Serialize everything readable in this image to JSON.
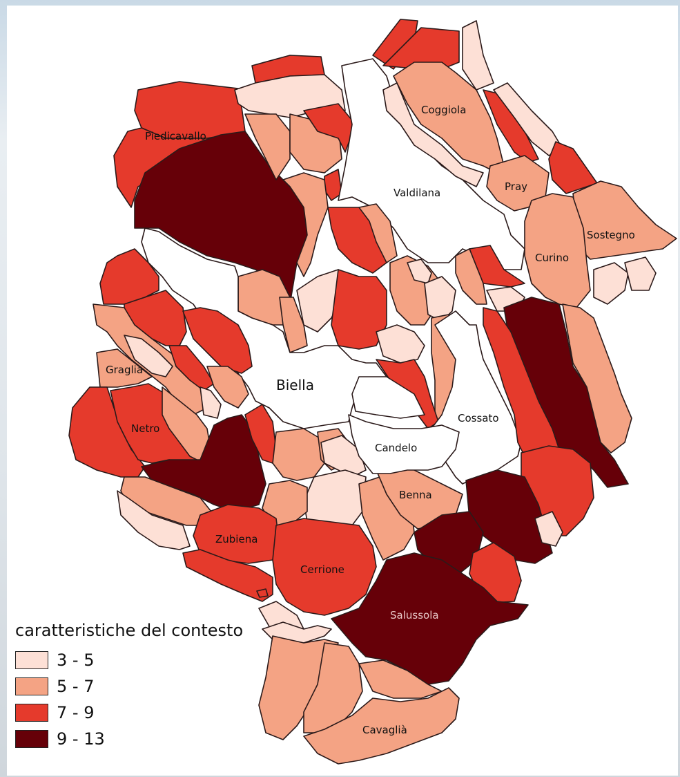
{
  "map": {
    "labels": {
      "piedicavallo": "Piedicavallo",
      "coggiola": "Coggiola",
      "valdilana": "Valdilana",
      "pray": "Pray",
      "sostegno": "Sostegno",
      "curino": "Curino",
      "biella": "Biella",
      "graglia": "Graglia",
      "netro": "Netro",
      "cossato": "Cossato",
      "candelo": "Candelo",
      "benna": "Benna",
      "zubiena": "Zubiena",
      "cerrione": "Cerrione",
      "salussola": "Salussola",
      "cavaglia": "Cavaglià"
    }
  },
  "legend": {
    "title": "caratteristiche del  contesto",
    "classes": [
      {
        "label": "3 - 5",
        "color": "#fde0d6"
      },
      {
        "label": "5 - 7",
        "color": "#f4a384"
      },
      {
        "label": "7 - 9",
        "color": "#e53a2c"
      },
      {
        "label": "9 - 13",
        "color": "#660008"
      }
    ]
  },
  "colors": {
    "c1": "#fde0d6",
    "c2": "#f4a384",
    "c3": "#e53a2c",
    "c4": "#660008",
    "white": "#ffffff",
    "border": "#2b1a1a"
  }
}
